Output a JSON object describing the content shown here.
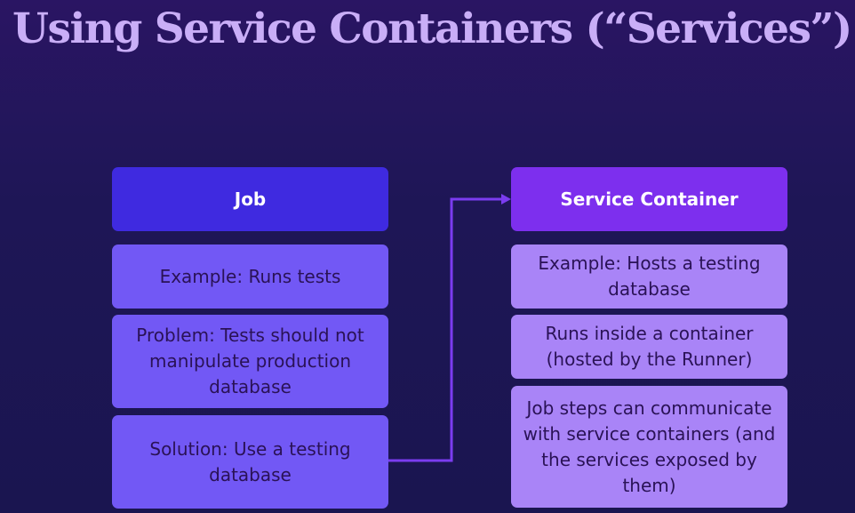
{
  "slide": {
    "title": "Using Service Containers (“Services”)"
  },
  "job": {
    "header": "Job",
    "items": [
      "Example: Runs tests",
      "Problem: Tests should not manipulate production database",
      "Solution: Use a testing database"
    ]
  },
  "service_container": {
    "header": "Service Container",
    "items": [
      "Example: Hosts a testing database",
      "Runs inside a container (hosted by the Runner)",
      "Job steps can communicate with service containers (and the services exposed by them)"
    ]
  },
  "colors": {
    "background": "#1e1656",
    "title": "#c9aef7",
    "job_header": "#3f2ae0",
    "job_item": "#7258f5",
    "service_header": "#7d2fee",
    "service_item": "#a984f7",
    "connector": "#7b3cf0"
  }
}
